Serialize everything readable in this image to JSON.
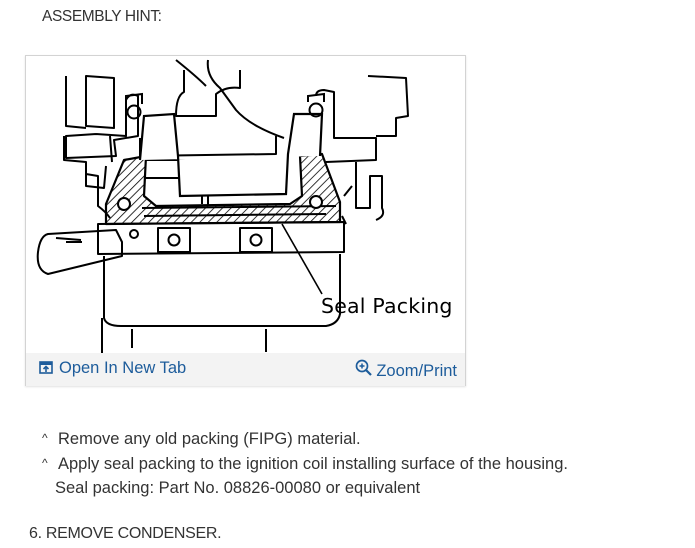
{
  "page": {
    "hint_heading": "ASSEMBLY HINT:",
    "figure": {
      "label": "Seal Packing",
      "open_tab_label": "Open In New Tab",
      "zoom_label": "Zoom/Print",
      "link_color": "#1d5c9b"
    },
    "bullets": [
      {
        "marker": "^",
        "text": "Remove any old packing (FIPG) material."
      },
      {
        "marker": "^",
        "text": "Apply seal packing to the ignition coil installing surface of the housing."
      }
    ],
    "sub_note": "Seal packing: Part No. 08826-00080 or equivalent",
    "step_title": "6. REMOVE CONDENSER."
  }
}
